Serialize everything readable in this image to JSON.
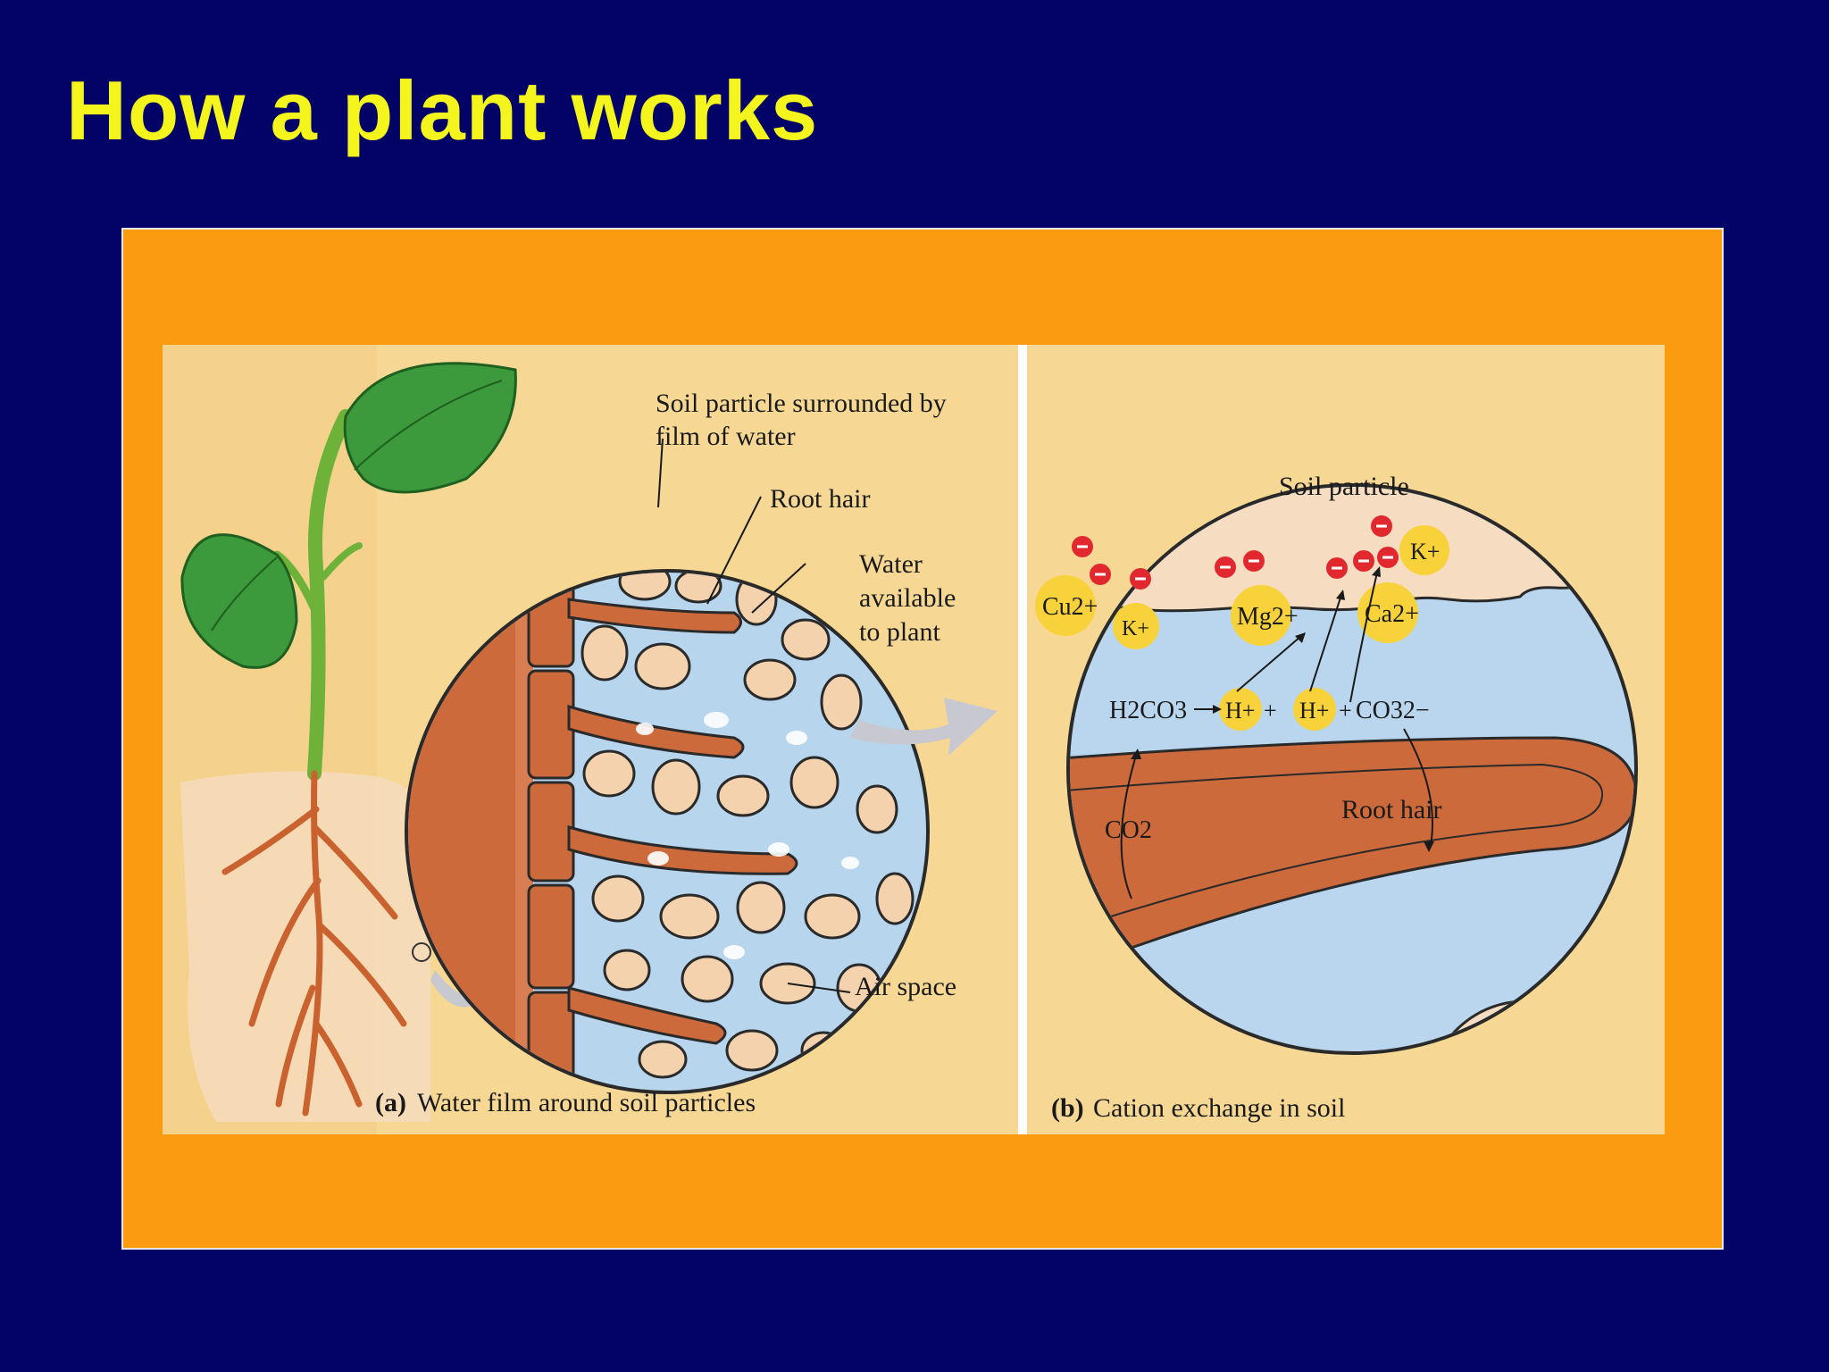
{
  "slide": {
    "title": "How a plant works"
  },
  "panel_a": {
    "caption_letter": "(a)",
    "caption_text": "Water film around soil particles",
    "label_soil_line1": "Soil particle surrounded by",
    "label_soil_line2": "film of water",
    "label_root_hair": "Root hair",
    "label_water_1": "Water",
    "label_water_2": "available",
    "label_water_3": "to plant",
    "label_air": "Air space"
  },
  "panel_b": {
    "caption_letter": "(b)",
    "caption_text": "Cation exchange in soil",
    "label_soil_particle": "Soil particle",
    "ion_k_top": "K+",
    "ion_cu": "Cu2+",
    "ion_k_mid": "K+",
    "ion_mg": "Mg2+",
    "ion_ca": "Ca2+",
    "eq_h2co3": "H2CO3",
    "eq_h1": "H+",
    "eq_h2": "H+",
    "eq_co3": "CO32−",
    "label_root_hair": "Root hair",
    "label_co2": "CO2"
  },
  "colors": {
    "background": "#030267",
    "title": "#f5f51e",
    "frame": "#fb9c10",
    "root": "#cd6a3c",
    "water": "#b7d6ee",
    "soil_particle": "#f4d2ad",
    "leaf": "#3d9a3c",
    "ion": "#f8d23a",
    "negative_charge": "#e0282e"
  }
}
